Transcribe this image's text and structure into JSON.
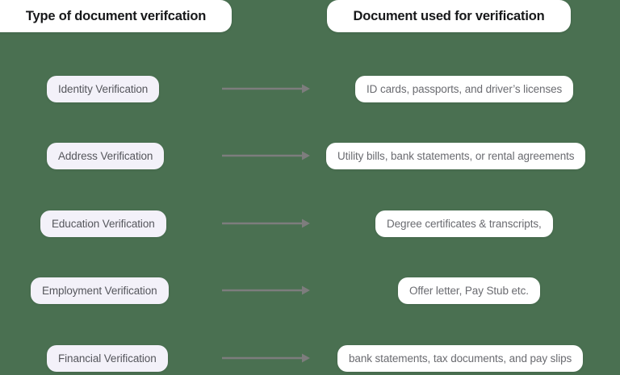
{
  "diagram": {
    "type": "two-column-mapping",
    "background_color": "#4a7051",
    "headers": {
      "left": "Type of document verifcation",
      "right": "Document used for verification"
    },
    "arrow_color": "#7d7d7d",
    "left_pill_color": "#f3f1f9",
    "right_pill_color": "#ffffff",
    "rows": [
      {
        "left": "Identity Verification",
        "right": "ID cards, passports, and driver’s licenses",
        "arrow": "arrow-right"
      },
      {
        "left": "Address Verification",
        "right": "Utility bills, bank statements, or rental agreements",
        "arrow": "arrow-right"
      },
      {
        "left": "Education Verification",
        "right": "Degree certificates & transcripts,",
        "arrow": "arrow-right"
      },
      {
        "left": "Employment Verification",
        "right": "Offer letter, Pay Stub etc.",
        "arrow": "arrow-right"
      },
      {
        "left": "Financial Verification",
        "right": "bank statements, tax documents, and pay slips",
        "arrow": "arrow-right"
      }
    ]
  }
}
